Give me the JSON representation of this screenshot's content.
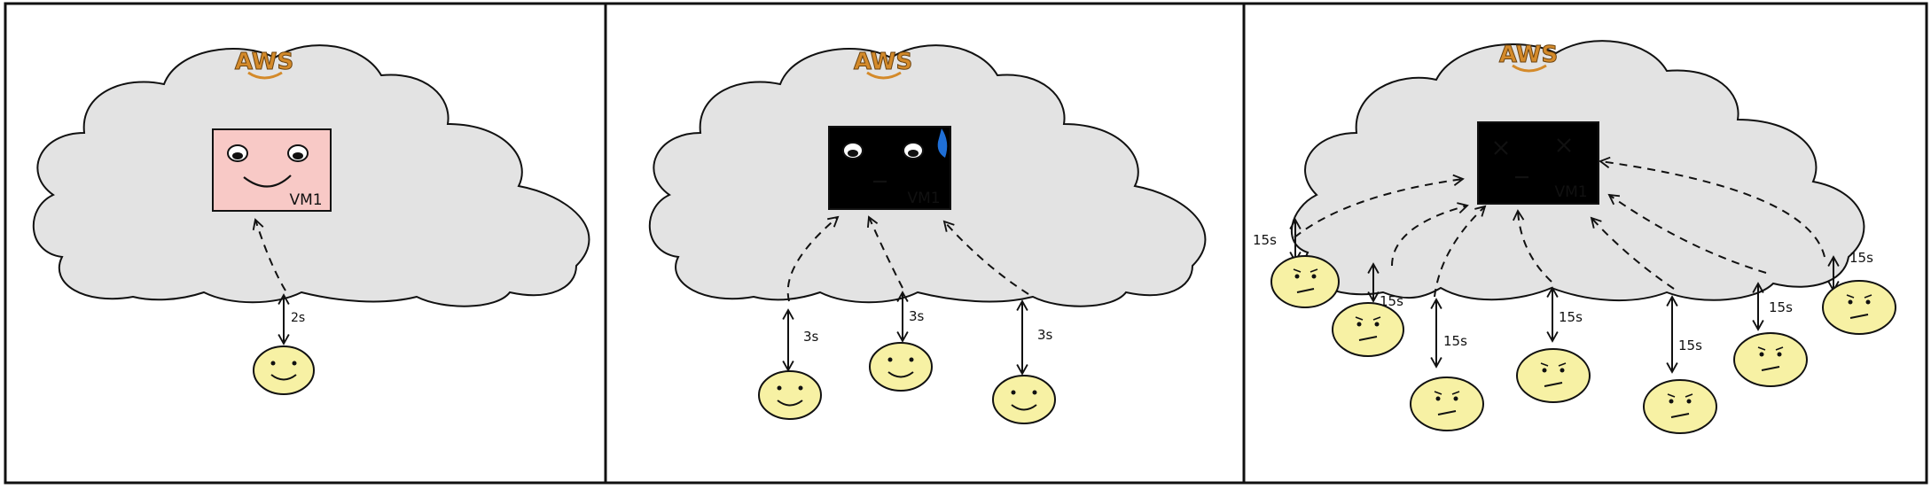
{
  "panels": [
    {
      "aws_label": "AWS",
      "vm": {
        "label": "VM1",
        "mood": "happy",
        "fill": "#c6d8f7"
      },
      "users": [
        {
          "latency": "2s",
          "mood": "happy"
        }
      ]
    },
    {
      "aws_label": "AWS",
      "vm": {
        "label": "VM1",
        "mood": "stressed",
        "fill": "#c6d8f7"
      },
      "users": [
        {
          "latency": "3s",
          "mood": "happy"
        },
        {
          "latency": "3s",
          "mood": "happy"
        },
        {
          "latency": "3s",
          "mood": "happy"
        }
      ]
    },
    {
      "aws_label": "AWS",
      "vm": {
        "label": "VM1",
        "mood": "crashed",
        "fill": "#f8c9c6"
      },
      "users": [
        {
          "latency": "15s",
          "mood": "unhappy"
        },
        {
          "latency": "15s",
          "mood": "unhappy"
        },
        {
          "latency": "15s",
          "mood": "unhappy"
        },
        {
          "latency": "15s",
          "mood": "unhappy"
        },
        {
          "latency": "15s",
          "mood": "unhappy"
        },
        {
          "latency": "15s",
          "mood": "unhappy"
        },
        {
          "latency": "15s",
          "mood": "unhappy"
        }
      ]
    }
  ],
  "colors": {
    "cloud": "#e3e3e3",
    "face": "#f7f1a4",
    "vm_ok": "#c6d8f7",
    "vm_down": "#f8c9c6",
    "aws_text": "#d48a2a",
    "sweat": "#1f6fd6"
  }
}
